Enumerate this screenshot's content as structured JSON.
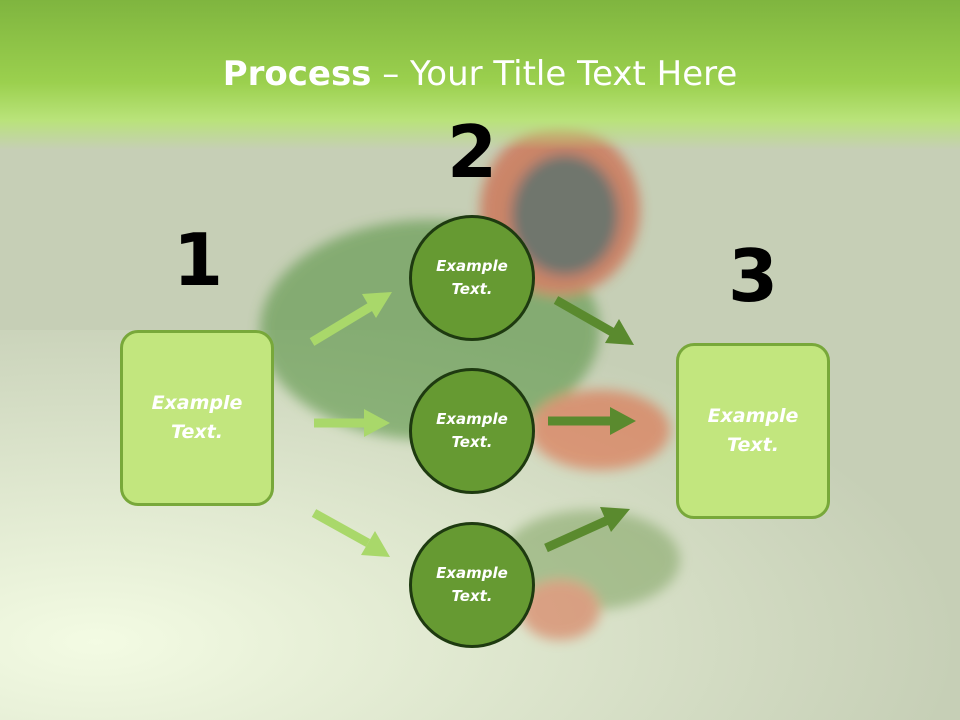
{
  "title": {
    "bold": "Process",
    "rest": " – Your Title Text Here"
  },
  "steps": [
    {
      "number": "1",
      "box_text": "Example\nText."
    },
    {
      "number": "2",
      "circles": [
        "Example\nText.",
        "Example\nText.",
        "Example\nText."
      ]
    },
    {
      "number": "3",
      "box_text": "Example\nText."
    }
  ],
  "colors": {
    "title_band": "#9bd04e",
    "box_fill": "#c2e67e",
    "circle_fill": "#669a32",
    "arrow_light": "#a9d86a",
    "arrow_dark": "#5a8a2e"
  }
}
